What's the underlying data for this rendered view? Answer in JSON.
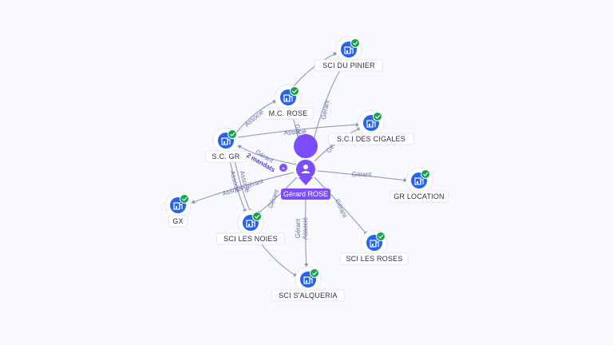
{
  "colors": {
    "background": "#f7f9fc",
    "company_icon": "#2563eb",
    "check_badge": "#16a34a",
    "person_pin": "#7c4dff",
    "edge": "#8a8fb8",
    "edge_label": "#6b6fa8"
  },
  "person": {
    "name": "Gérard ROSE",
    "icon": "person-icon"
  },
  "companies": [
    {
      "id": "sci-du-pinier",
      "label": "SCI DU PINIER",
      "icon": "building-icon",
      "verified": true
    },
    {
      "id": "mc-rose",
      "label": "M.C. ROSE",
      "icon": "building-icon",
      "verified": true
    },
    {
      "id": "sc-gr",
      "label": "S.C. GR",
      "icon": "building-icon",
      "verified": true
    },
    {
      "id": "sci-des-cigales",
      "label": "S.C.I DES CIGALES",
      "icon": "building-icon",
      "verified": true
    },
    {
      "id": "gr-location",
      "label": "GR LOCATION",
      "icon": "building-icon",
      "verified": true
    },
    {
      "id": "gx",
      "label": "GX",
      "icon": "building-icon",
      "verified": true
    },
    {
      "id": "sci-les-noies",
      "label": "SCI LES NOIES",
      "icon": "building-icon",
      "verified": true
    },
    {
      "id": "sci-les-roses",
      "label": "SCI LES ROSES",
      "icon": "building-icon",
      "verified": true
    },
    {
      "id": "sci-salqueria",
      "label": "SCI S'ALQUERIA",
      "icon": "building-icon",
      "verified": true
    }
  ],
  "edges": [
    {
      "from": "person",
      "to": "sci-du-pinier",
      "label": "Gérant"
    },
    {
      "from": "person",
      "to": "mc-rose",
      "label": "Gérant"
    },
    {
      "from": "person",
      "to": "sc-gr",
      "label": "Gérant",
      "extra": "2 mandats"
    },
    {
      "from": "person",
      "to": "sci-des-cigales",
      "label": "Gérant"
    },
    {
      "from": "person",
      "to": "gr-location",
      "label": "Gérant"
    },
    {
      "from": "person",
      "to": "gx",
      "label": "Associé-gérant"
    },
    {
      "from": "person",
      "to": "sci-les-noies",
      "label": "Gérant"
    },
    {
      "from": "person",
      "to": "sci-les-roses",
      "label": "Gérant"
    },
    {
      "from": "person",
      "to": "sci-salqueria",
      "label": "Gérant",
      "extra": "Associé"
    },
    {
      "from": "sc-gr",
      "to": "mc-rose",
      "label": "Associé"
    },
    {
      "from": "sc-gr",
      "to": "sci-des-cigales",
      "label": "Associé"
    },
    {
      "from": "sc-gr",
      "to": "sci-les-noies",
      "label": "Associé"
    },
    {
      "from": "sc-gr",
      "to": "sci-les-noies",
      "label": "Associé"
    },
    {
      "from": "mc-rose",
      "to": "sci-du-pinier",
      "label": ""
    },
    {
      "from": "sci-les-noies",
      "to": "sci-salqueria",
      "label": ""
    }
  ]
}
